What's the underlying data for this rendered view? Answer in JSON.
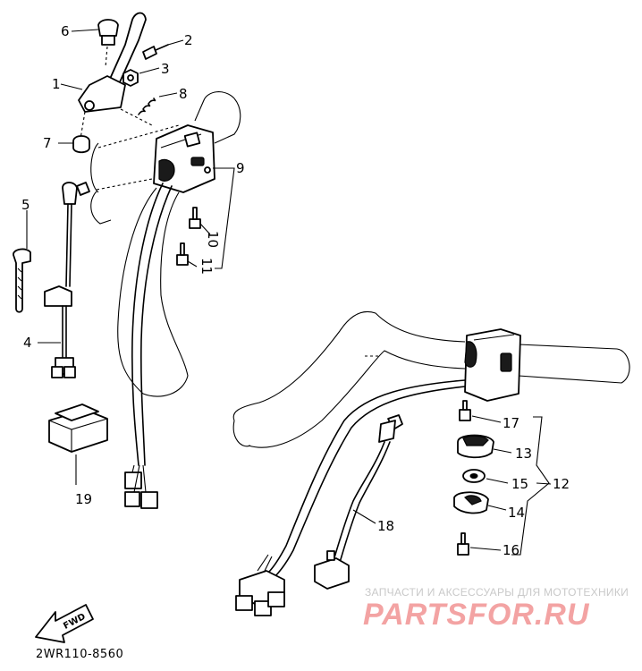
{
  "callouts": [
    {
      "id": "1",
      "text": "1"
    },
    {
      "id": "2",
      "text": "2"
    },
    {
      "id": "3",
      "text": "3"
    },
    {
      "id": "4",
      "text": "4"
    },
    {
      "id": "5",
      "text": "5"
    },
    {
      "id": "6",
      "text": "6"
    },
    {
      "id": "7",
      "text": "7"
    },
    {
      "id": "8",
      "text": "8"
    },
    {
      "id": "9",
      "text": "9"
    },
    {
      "id": "10",
      "text": "10"
    },
    {
      "id": "11",
      "text": "11"
    },
    {
      "id": "12",
      "text": "12"
    },
    {
      "id": "13",
      "text": "13"
    },
    {
      "id": "14",
      "text": "14"
    },
    {
      "id": "15",
      "text": "15"
    },
    {
      "id": "16",
      "text": "16"
    },
    {
      "id": "17",
      "text": "17"
    },
    {
      "id": "18",
      "text": "18"
    },
    {
      "id": "19",
      "text": "19"
    }
  ],
  "fwd_label": "FWD",
  "diagram_code": "2WR110-8560",
  "watermark": {
    "tagline": "ЗАПЧАСТИ И АКСЕССУАРЫ ДЛЯ МОТОТЕХНИКИ",
    "logo": "PARTSFOR.RU"
  },
  "colors": {
    "ink": "#000000",
    "watermark_logo": "#f3a3a3",
    "watermark_text": "#c9c9c9"
  }
}
